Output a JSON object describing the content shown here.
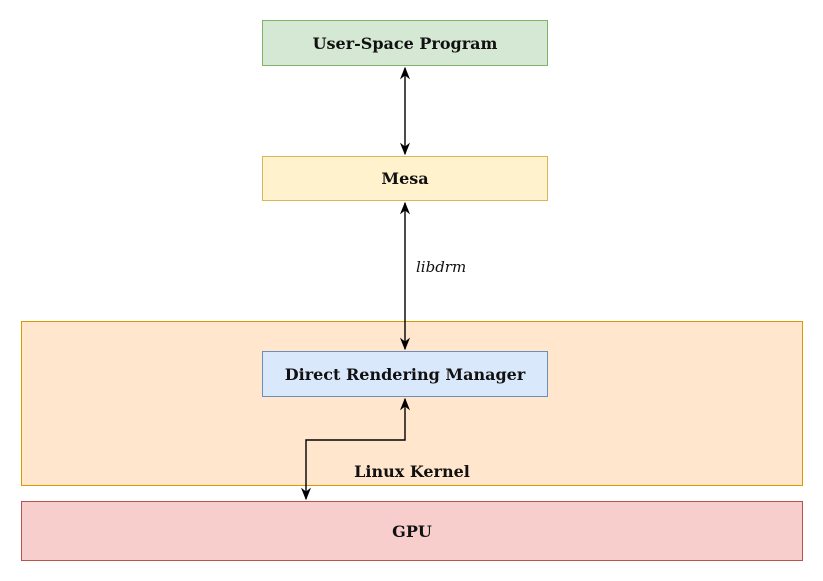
{
  "nodes": {
    "user_space_program": {
      "label": "User-Space Program",
      "fill": "#d5e8d4",
      "stroke": "#82b366"
    },
    "mesa": {
      "label": "Mesa",
      "fill": "#fff2cc",
      "stroke": "#d6b656"
    },
    "linux_kernel": {
      "label": "Linux Kernel",
      "fill": "#ffe6cc",
      "stroke": "#d79b00"
    },
    "drm": {
      "label": "Direct Rendering Manager",
      "fill": "#dae8fc",
      "stroke": "#6c8ebf"
    },
    "gpu": {
      "label": "GPU",
      "fill": "#f8cecc",
      "stroke": "#b85450"
    }
  },
  "edges": [
    {
      "from": "user_space_program",
      "to": "mesa",
      "direction": "both",
      "label": ""
    },
    {
      "from": "mesa",
      "to": "drm",
      "direction": "both",
      "label": "libdrm"
    },
    {
      "from": "drm",
      "to": "gpu",
      "direction": "both",
      "label": ""
    }
  ],
  "edge_label": "libdrm"
}
